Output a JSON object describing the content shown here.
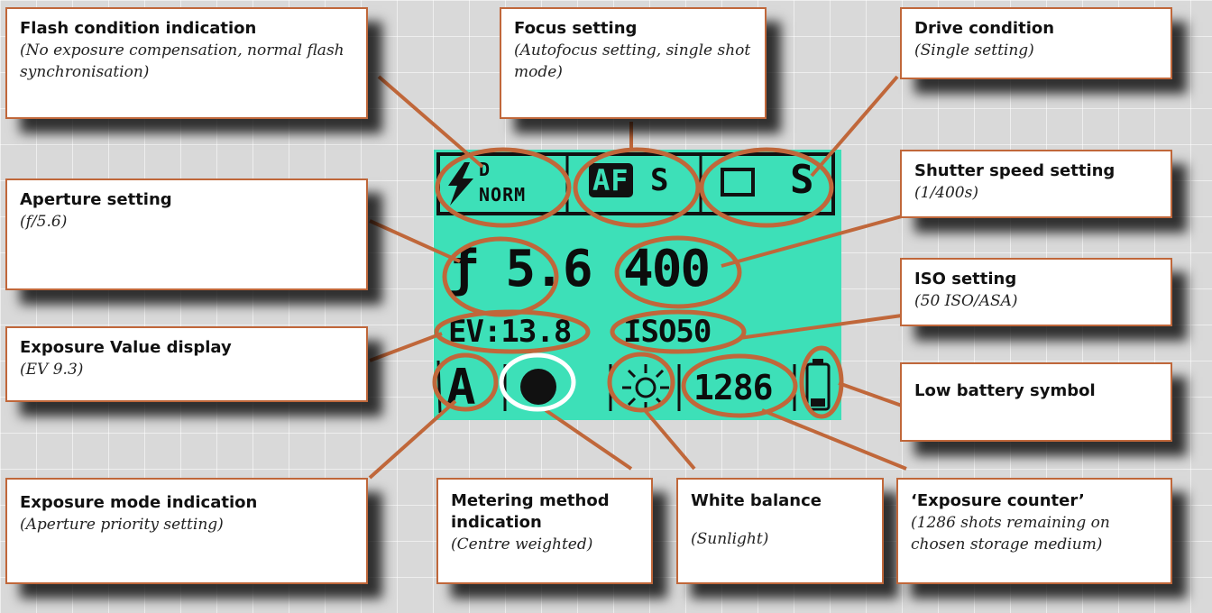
{
  "callouts": {
    "flash": {
      "title": "Flash condition indication",
      "subtitle": "(No exposure compensation, normal flash synchronisation)"
    },
    "focus": {
      "title": "Focus setting",
      "subtitle": "(Autofocus setting, single shot mode)"
    },
    "drive": {
      "title": "Drive condition",
      "subtitle": "(Single setting)"
    },
    "shutter": {
      "title": "Shutter speed setting",
      "subtitle": "(1/400s)"
    },
    "aperture": {
      "title": "Aperture setting",
      "subtitle": "(f/5.6)"
    },
    "iso": {
      "title": "ISO setting",
      "subtitle": "(50 ISO/ASA)"
    },
    "ev": {
      "title": "Exposure Value display",
      "subtitle": "(EV 9.3)"
    },
    "battery": {
      "title": "Low battery symbol"
    },
    "mode": {
      "title": "Exposure mode indication",
      "subtitle": "(Aperture priority setting)"
    },
    "metering": {
      "title": "Metering method indication",
      "subtitle": "(Centre weighted)"
    },
    "wb": {
      "title": "White balance",
      "subtitle": "(Sunlight)"
    },
    "counter": {
      "title": "‘Exposure counter’",
      "subtitle": "(1286 shots remaining on chosen storage medium)"
    }
  },
  "lcd": {
    "flash_sup": "D",
    "flash_mode": "NORM",
    "af_badge": "AF",
    "af_mode": "S",
    "drive_mode": "S",
    "aperture": "ƒ 5.6",
    "shutter": "400",
    "ev": "EV:13.8",
    "iso": "ISO50",
    "mode": "A",
    "counter": "1286",
    "colors": {
      "screen": "#3de0b8",
      "accent": "#c0673a"
    }
  }
}
